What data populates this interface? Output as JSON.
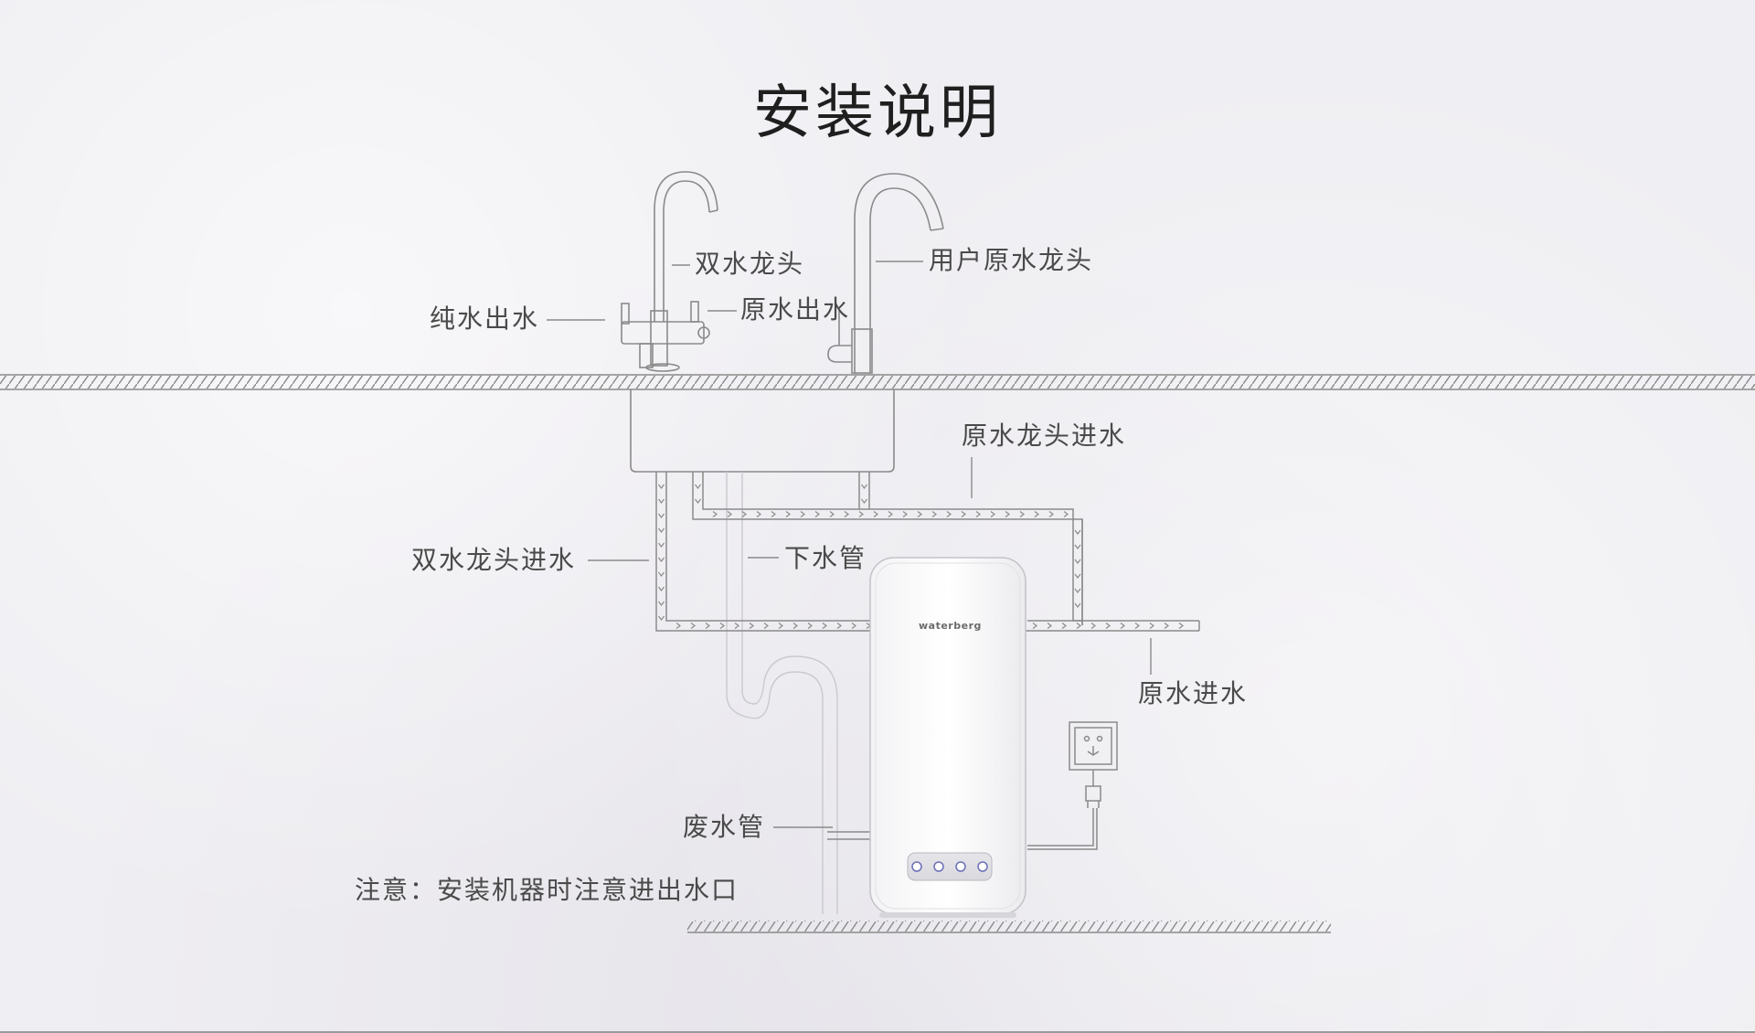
{
  "title": "安装说明",
  "labels": {
    "dual_faucet": "双水龙头",
    "user_raw_faucet": "用户原水龙头",
    "pure_water_out": "纯水出水",
    "raw_water_out": "原水出水",
    "raw_faucet_inlet": "原水龙头进水",
    "dual_faucet_inlet": "双水龙头进水",
    "drain_pipe": "下水管",
    "raw_water_inlet": "原水进水",
    "waste_pipe": "废水管"
  },
  "note": "注意：安装机器时注意进出水口",
  "brand": "waterberg",
  "colors": {
    "line": "#8a8a8a",
    "text": "#4a4a4a",
    "title": "#1f1f1f",
    "device": "#ffffff"
  }
}
